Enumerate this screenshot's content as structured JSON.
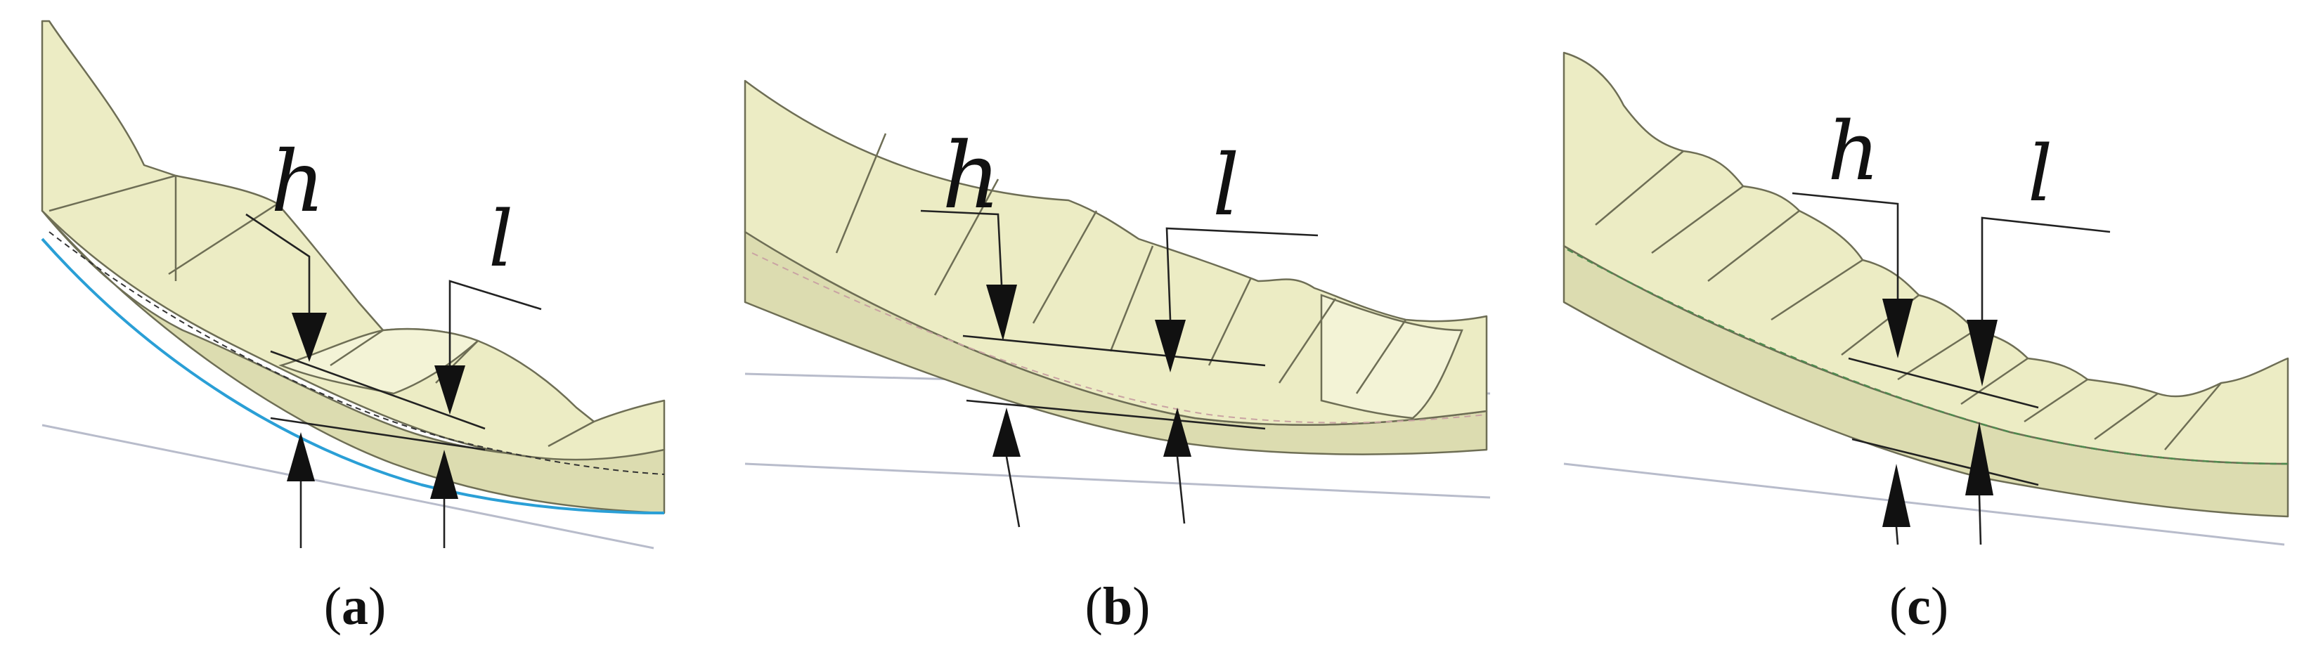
{
  "panels": [
    {
      "id": "a",
      "caption_open": "(",
      "caption_letter": "a",
      "caption_close": ")",
      "symbol_h": "h",
      "symbol_l": "l"
    },
    {
      "id": "b",
      "caption_open": "(",
      "caption_letter": "b",
      "caption_close": ")",
      "symbol_h": "h",
      "symbol_l": "l"
    },
    {
      "id": "c",
      "caption_open": "(",
      "caption_letter": "c",
      "caption_close": ")",
      "symbol_h": "h",
      "symbol_l": "l"
    }
  ],
  "colors": {
    "surface": "#ececc4",
    "surface_shade": "#dcdcb0",
    "edge": "#6e6e55",
    "reference_line": "#b8bccb",
    "profile_curve_a": "#2a9fd6",
    "dashed_curve_b": "#c9a3a3",
    "dashed_curve_c": "#4f8a4f"
  }
}
